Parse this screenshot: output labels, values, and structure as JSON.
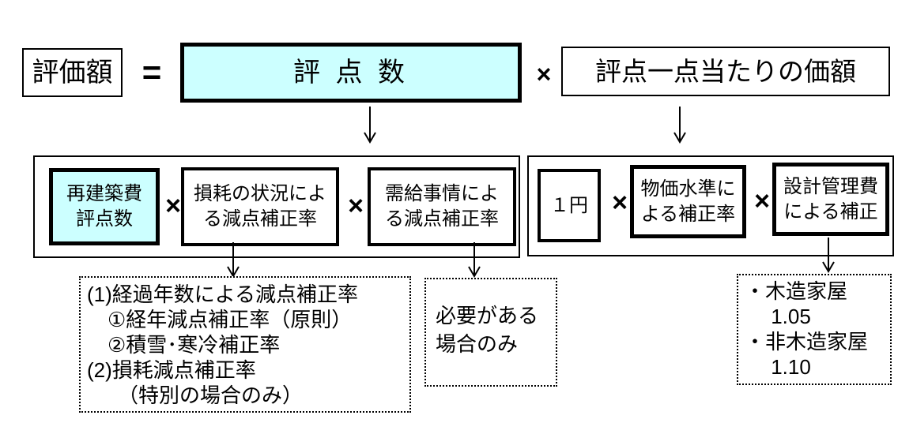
{
  "colors": {
    "highlight_fill": "#ccffff",
    "line": "#000000",
    "background": "#ffffff"
  },
  "formula_top": {
    "result_label": "評価額",
    "equals": "=",
    "points_label": "評 点 数",
    "times": "×",
    "unit_price_label": "評点一点当たりの価額"
  },
  "points_breakdown": {
    "times": "×",
    "factors": [
      {
        "label": "再建築費\n評点数",
        "highlighted": true
      },
      {
        "label": "損耗の状況によ\nる減点補正率",
        "highlighted": false
      },
      {
        "label": "需給事情によ\nる減点補正率",
        "highlighted": false
      }
    ]
  },
  "unit_price_breakdown": {
    "times": "×",
    "factors": [
      {
        "label": "１円",
        "highlighted": false
      },
      {
        "label": "物価水準に\nよる補正率",
        "highlighted": false
      },
      {
        "label": "設計管理費\nによる補正",
        "highlighted": false
      }
    ]
  },
  "notes": {
    "depreciation": "(1)経過年数による減点補正率\n　①経年減点補正率（原則）\n　②積雪･寒冷補正率\n(2)損耗減点補正率\n　　（特別の場合のみ）",
    "supply_demand": "必要がある\n場合のみ",
    "design_fee": "・木造家屋\n　 1.05\n・非木造家屋\n　 1.10"
  }
}
